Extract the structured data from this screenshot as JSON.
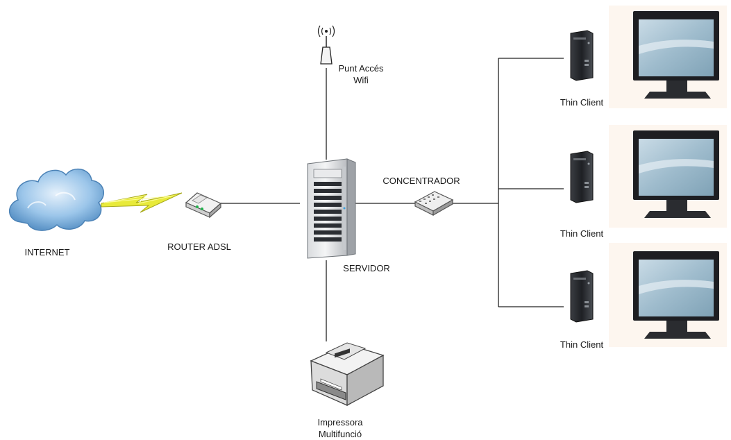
{
  "nodes": {
    "internet": {
      "label": "INTERNET"
    },
    "router": {
      "label": "ROUTER ADSL"
    },
    "wifi_ap": {
      "label_line1": "Punt Accés",
      "label_line2": "Wifi"
    },
    "server": {
      "label": "SERVIDOR"
    },
    "hub": {
      "label": "CONCENTRADOR"
    },
    "printer": {
      "label_line1": "Impressora",
      "label_line2": "Multifunció"
    },
    "thin_clients": [
      {
        "label": "Thin Client"
      },
      {
        "label": "Thin Client"
      },
      {
        "label": "Thin Client"
      }
    ]
  },
  "colors": {
    "line": "#222222",
    "cloud": "#7fb3e0",
    "lightning": "#e8ea3a",
    "screen": "#a9c4d6"
  }
}
